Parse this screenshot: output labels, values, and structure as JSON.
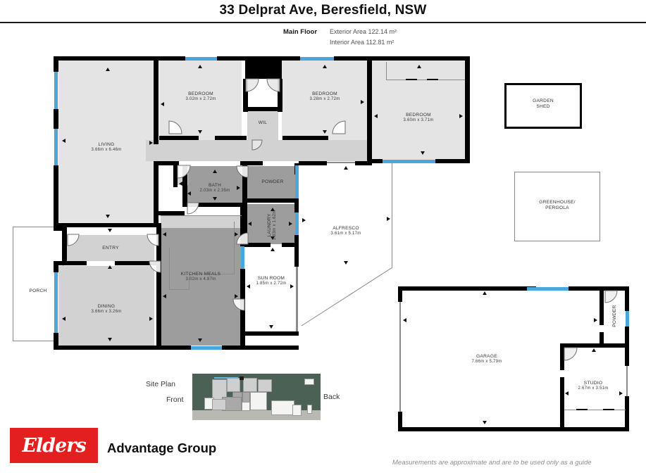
{
  "header": {
    "title": "33 Delprat Ave, Beresfield, NSW",
    "floor_label": "Main Floor",
    "exterior_area": "Exterior Area 122.14 m²",
    "interior_area": "Interior Area 112.81 m²"
  },
  "colors": {
    "wall": "#000000",
    "window": "#4aa7dd",
    "room_light": "#e4e4e4",
    "room_mid": "#d2d2d2",
    "room_dark": "#9d9d9d",
    "siteplan_bg": "#4c6156",
    "brand_red": "#e3201f"
  },
  "rooms": {
    "living": {
      "name": "LIVING",
      "dim": "3.66m x 6.46m"
    },
    "bedroom1": {
      "name": "BEDROOM",
      "dim": "3.02m x 2.72m"
    },
    "bedroom2": {
      "name": "BEDROOM",
      "dim": "3.28m x 2.72m"
    },
    "bedroom3": {
      "name": "BEDROOM",
      "dim": "3.60m x 3.71m"
    },
    "wil": {
      "name": "WIL",
      "dim": ""
    },
    "bath": {
      "name": "BATH",
      "dim": "2.03m x 2.35m"
    },
    "powder": {
      "name": "POWDER",
      "dim": ""
    },
    "laundry": {
      "name": "LAUNDRY",
      "dim": "1.83m x 1.62m"
    },
    "alfresco": {
      "name": "ALFRESCO",
      "dim": "3.61m x 5.17m"
    },
    "entry": {
      "name": "ENTRY",
      "dim": ""
    },
    "porch": {
      "name": "PORCH",
      "dim": ""
    },
    "dining": {
      "name": "DINING",
      "dim": "3.66m x 3.26m"
    },
    "kitchen": {
      "name": "KITCHEN MEALS",
      "dim": "3.02m x 4.87m"
    },
    "sunroom": {
      "name": "SUN ROOM",
      "dim": "1.85m x 2.72m"
    },
    "garage": {
      "name": "GARAGE",
      "dim": "7.66m x 5.79m"
    },
    "studio": {
      "name": "STUDIO",
      "dim": "2.67m x 3.51m"
    },
    "garage_powder": {
      "name": "POWDER",
      "dim": ""
    },
    "garden_shed": {
      "name": "GARDEN\nSHED",
      "dim": ""
    },
    "greenhouse": {
      "name": "GREENHOUSE/\nPERGOLA",
      "dim": ""
    }
  },
  "outbuilding_labels": {
    "garden_shed_line1": "GARDEN",
    "garden_shed_line2": "SHED",
    "greenhouse_line1": "GREENHOUSE/",
    "greenhouse_line2": "PERGOLA"
  },
  "siteplan": {
    "label": "Site Plan",
    "front": "Front",
    "back": "Back"
  },
  "footer": {
    "logo_text": "Elders",
    "agency": "Advantage Group",
    "disclaimer": "Measurements are approximate and are to be used only as a guide"
  }
}
